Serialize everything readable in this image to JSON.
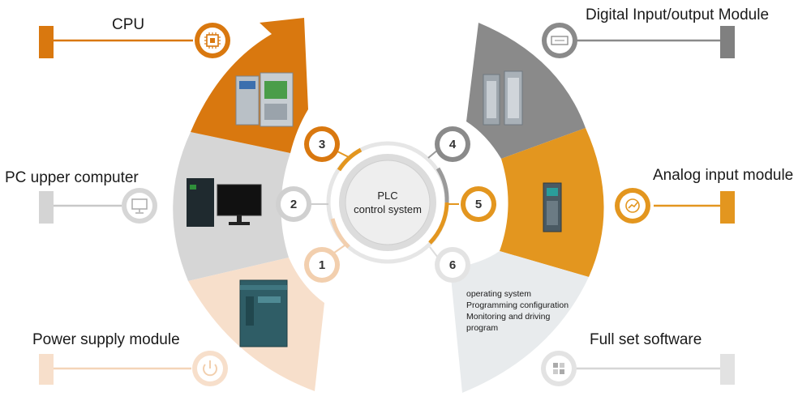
{
  "center": {
    "line1": "PLC",
    "line2": "control system"
  },
  "colors": {
    "orange": "#d9780f",
    "amber": "#e3961f",
    "peach": "#f7dfcb",
    "gray_dark": "#8a8a8a",
    "gray_light": "#d6d6d6",
    "gray_pale": "#e8ebed"
  },
  "modules": [
    {
      "num": "1",
      "label": "Power supply module",
      "icon": "power-icon"
    },
    {
      "num": "2",
      "label": "PC upper computer",
      "icon": "monitor-icon"
    },
    {
      "num": "3",
      "label": "CPU",
      "icon": "chip-icon"
    },
    {
      "num": "4",
      "label": "Digital Input/output Module",
      "icon": "io-display-icon"
    },
    {
      "num": "5",
      "label": "Analog input module",
      "icon": "gauge-icon"
    },
    {
      "num": "6",
      "label": "Full set software",
      "icon": "software-icon"
    }
  ],
  "software_lines": [
    "operating system",
    "Programming configuration",
    "Monitoring and driving",
    "program"
  ]
}
